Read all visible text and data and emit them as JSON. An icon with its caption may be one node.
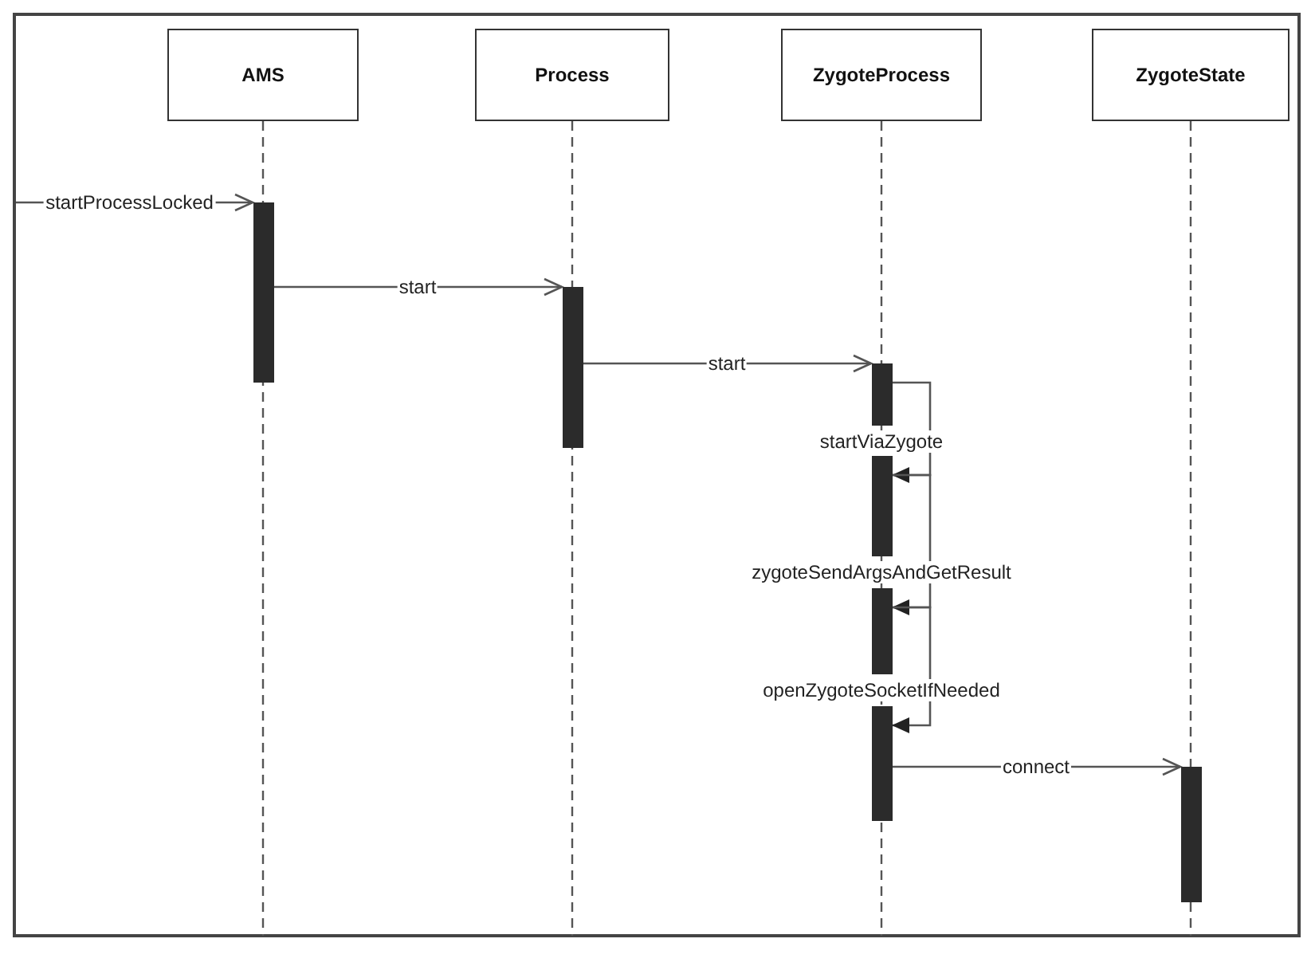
{
  "diagram": {
    "nodes": [
      {
        "text": [
          "AMS"
        ]
      },
      {
        "text": [
          "Process"
        ]
      },
      {
        "text": [
          "ZygoteProcess"
        ]
      },
      {
        "text": [
          "ZygoteState"
        ]
      },
      {
        "text": [],
        "shape": "bar"
      },
      {
        "text": [],
        "shape": "bar"
      },
      {
        "text": [],
        "shape": "bar"
      },
      {
        "text": [],
        "shape": "bar"
      },
      {
        "text": [],
        "shape": "bar"
      },
      {
        "text": [],
        "shape": "bar"
      },
      {
        "text": [],
        "shape": "bar"
      }
    ],
    "edges": [
      {
        "from": null,
        "to": 4,
        "arrow": "to",
        "label": "startProcessLocked"
      },
      {
        "from": 4,
        "to": 5,
        "arrow": "to",
        "label": "start"
      },
      {
        "from": 5,
        "to": 6,
        "arrow": "to",
        "label": "start"
      },
      {
        "from": 6,
        "to": 7,
        "arrow": "to",
        "label": "startViaZygote"
      },
      {
        "from": 7,
        "to": 8,
        "arrow": "to",
        "label": "zygoteSendArgsAndGetResult"
      },
      {
        "from": 8,
        "to": 9,
        "arrow": "to",
        "label": "openZygoteSocketIfNeeded"
      },
      {
        "from": 9,
        "to": 10,
        "arrow": "to",
        "label": "connect"
      }
    ]
  }
}
